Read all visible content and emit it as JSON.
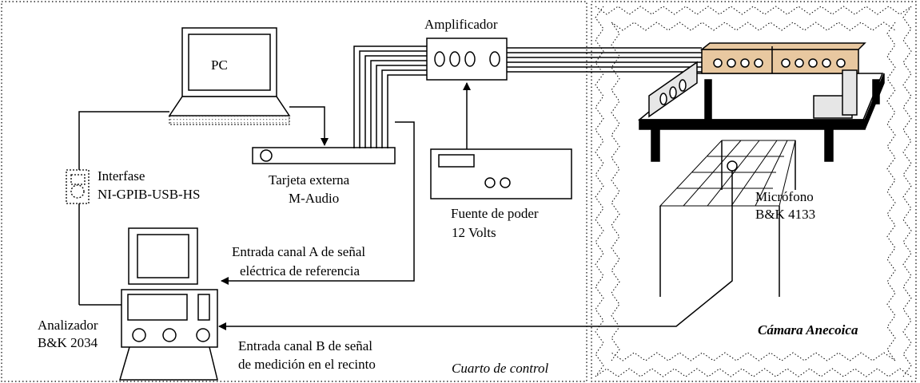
{
  "labels": {
    "pc": "PC",
    "amplificador": "Amplificador",
    "interfase_1": "Interfase",
    "interfase_2": "NI-GPIB-USB-HS",
    "tarjeta_1": "Tarjeta externa",
    "tarjeta_2": "M-Audio",
    "fuente_1": "Fuente de poder",
    "fuente_2": "12 Volts",
    "microfono_1": "Micrófono",
    "microfono_2": "B&K 4133",
    "canal_a_1": "Entrada canal A de señal",
    "canal_a_2": "eléctrica de  referencia",
    "canal_b_1": "Entrada canal B de señal",
    "canal_b_2": "de medición en el recinto",
    "analizador_1": "Analizador",
    "analizador_2": "B&K 2034",
    "cuarto": "Cuarto de control",
    "camara": "Cámara  Anecoica"
  },
  "colors": {
    "ink": "#000000",
    "loudspeaker_wood": "#e8c8a0",
    "speaker_box_fill": "#e6e6e6"
  }
}
